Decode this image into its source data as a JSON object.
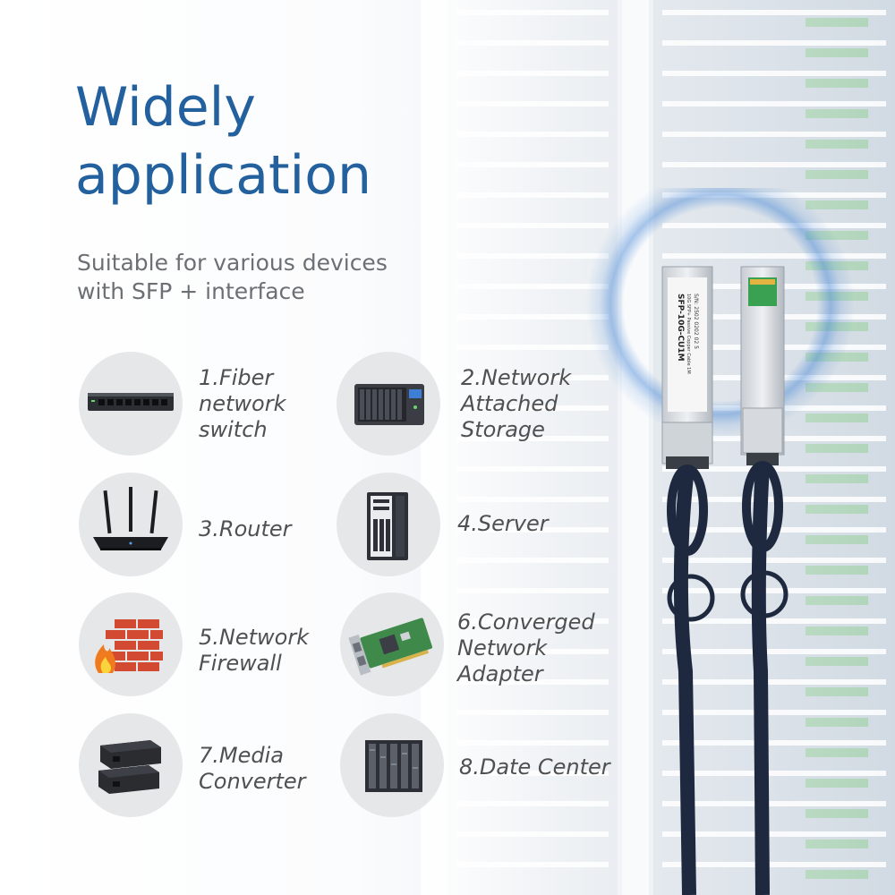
{
  "heading": {
    "title_line1": "Widely",
    "title_line2": "application",
    "subtitle_line1": "Suitable for various devices",
    "subtitle_line2": "with SFP + interface"
  },
  "devices": [
    {
      "lines": [
        "1.Fiber",
        "network",
        "switch"
      ],
      "icon": "network-switch-icon"
    },
    {
      "lines": [
        "2.Network",
        "Attached",
        "Storage"
      ],
      "icon": "nas-storage-icon"
    },
    {
      "lines": [
        "3.Router"
      ],
      "icon": "router-icon"
    },
    {
      "lines": [
        "4.Server"
      ],
      "icon": "server-tower-icon"
    },
    {
      "lines": [
        "5.Network",
        "Firewall"
      ],
      "icon": "firewall-icon"
    },
    {
      "lines": [
        "6.Converged",
        "Network",
        "Adapter"
      ],
      "icon": "network-adapter-card-icon"
    },
    {
      "lines": [
        "7.Media",
        "Converter"
      ],
      "icon": "media-converter-icon"
    },
    {
      "lines": [
        "8.Date Center"
      ],
      "icon": "data-center-racks-icon"
    }
  ],
  "cable": {
    "module_label_line1": "SFP-10G-CU1M",
    "module_label_line2": "10G SFP+ Passive Copper Cable 1M",
    "module_label_line3": "S/N: 2502 0202 02 5"
  },
  "colors": {
    "title_blue": "#23609e",
    "subtitle_gray": "#6c6f73",
    "label_gray": "#4e5052",
    "icon_circle": "#e6e7e9",
    "cable_navy": "#1e2940",
    "glow_ring": "#3f82d4"
  }
}
